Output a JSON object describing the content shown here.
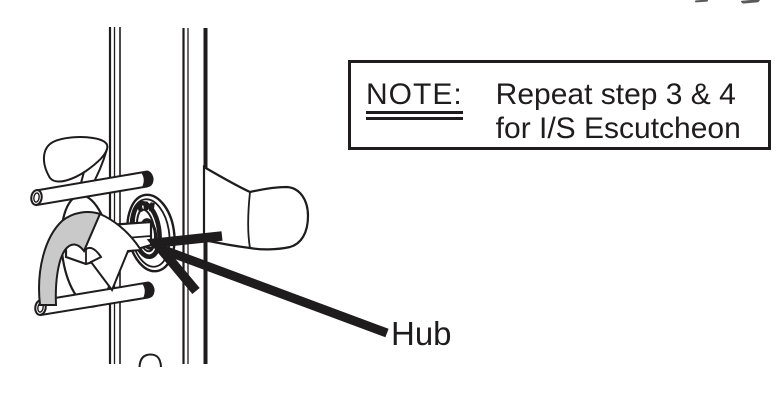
{
  "note": {
    "label": "NOTE:",
    "lines": [
      "Repeat step 3 & 4",
      "for I/S Escutcheon"
    ]
  },
  "figure": {
    "hub_label": "Hub",
    "parts": [
      "door-edge-lines",
      "inside-lever",
      "outside-lever-grip",
      "escutcheon-plate",
      "hub-rings",
      "spindle",
      "upper-mounting-post",
      "lower-mounting-post",
      "rotation-arrow",
      "hub-pointer-arrow",
      "cylinder-hole-arc"
    ]
  },
  "colors": {
    "ink": "#1f1c1d",
    "ribbon_gray": "#c9c9c9",
    "background": "#ffffff"
  }
}
